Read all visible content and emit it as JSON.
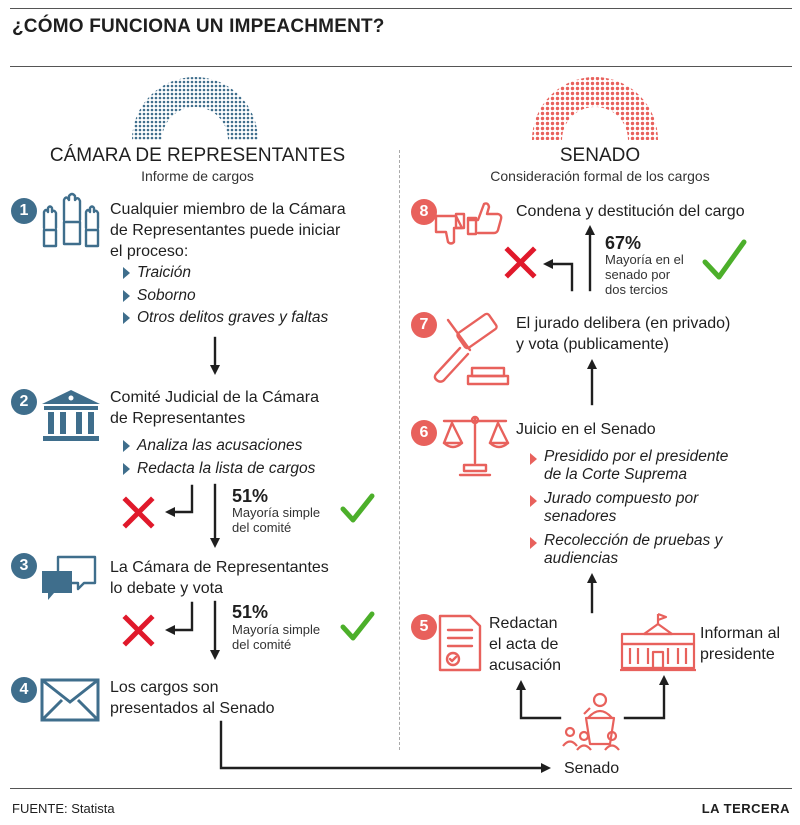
{
  "title": "¿CÓMO FUNCIONA UN IMPEACHMENT?",
  "colors": {
    "blue": "#3f6e8c",
    "red": "#e8615c",
    "green": "#4caf2a",
    "wrong": "#e0192b"
  },
  "house": {
    "heading": "CÁMARA DE REPRESENTANTES",
    "subheading": "Informe de cargos",
    "steps": [
      {
        "number": "1",
        "icon": "raised-hands-icon",
        "text": [
          "Cualquier miembro de la Cámara",
          "de Representantes puede iniciar",
          "el proceso:"
        ],
        "bullets": [
          "Traición",
          "Soborno",
          "Otros delitos graves y faltas"
        ]
      },
      {
        "number": "2",
        "icon": "courthouse-icon",
        "text": [
          "Comité Judicial de la Cámara",
          "de Representantes"
        ],
        "bullets": [
          "Analiza las acusaciones",
          "Redacta la lista de cargos"
        ],
        "vote": {
          "pct": "51%",
          "label": [
            "Mayoría simple",
            "del comité"
          ]
        }
      },
      {
        "number": "3",
        "icon": "speech-bubbles-icon",
        "text": [
          "La Cámara de Representantes",
          "lo debate y vota"
        ],
        "vote": {
          "pct": "51%",
          "label": [
            "Mayoría simple",
            "del comité"
          ]
        }
      },
      {
        "number": "4",
        "icon": "envelope-icon",
        "text": [
          "Los cargos son",
          "presentados al Senado"
        ]
      }
    ]
  },
  "senate": {
    "heading": "SENADO",
    "subheading": "Consideración formal de los cargos",
    "steps": [
      {
        "number": "8",
        "icon": "thumbs-icon",
        "text": [
          "Condena y destitución del cargo"
        ],
        "vote": {
          "pct": "67%",
          "label": [
            "Mayoría en el",
            "senado por",
            "dos tercios"
          ]
        }
      },
      {
        "number": "7",
        "icon": "gavel-icon",
        "text": [
          "El jurado delibera (en privado)",
          "y vota (publicamente)"
        ]
      },
      {
        "number": "6",
        "icon": "scales-icon",
        "text": [
          "Juicio en el Senado"
        ],
        "bullets": [
          [
            "Presidido por el presidente",
            "de la Corte Suprema"
          ],
          [
            "Jurado compuesto por",
            "senadores"
          ],
          [
            "Recolección de pruebas y",
            "audiencias"
          ]
        ]
      },
      {
        "number": "5",
        "icon": "document-icon",
        "text": [
          "Redactan",
          "el acta de",
          "acusación"
        ]
      }
    ],
    "president": {
      "icon": "white-house-icon",
      "text": [
        "Informan al",
        "presidente"
      ]
    },
    "senate_node": {
      "icon": "senate-podium-icon",
      "label": "Senado"
    }
  },
  "footer": {
    "source": "FUENTE: Statista",
    "brand": "LA TERCERA"
  }
}
